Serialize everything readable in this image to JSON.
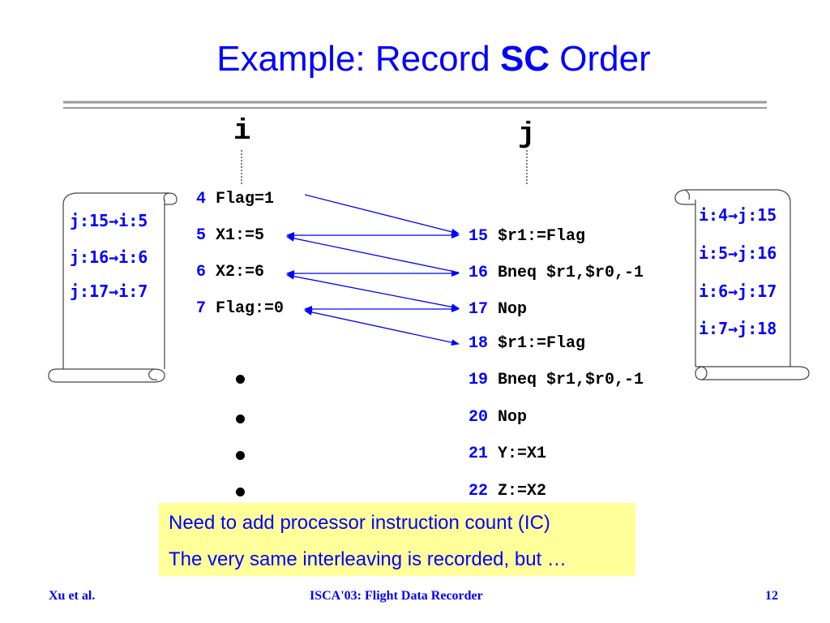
{
  "title": {
    "prefix": "Example: Record ",
    "emphasis": "SC",
    "suffix": " Order"
  },
  "threads": {
    "left": "i",
    "right": "j"
  },
  "left_code": [
    {
      "num": "4",
      "text": "Flag=1"
    },
    {
      "num": "5",
      "text": "X1:=5"
    },
    {
      "num": "6",
      "text": "X2:=6"
    },
    {
      "num": "7",
      "text": "Flag:=0"
    }
  ],
  "right_code": [
    {
      "num": "15",
      "text": "$r1:=Flag"
    },
    {
      "num": "16",
      "text": "Bneq $r1,$r0,-1"
    },
    {
      "num": "17",
      "text": "Nop"
    },
    {
      "num": "18",
      "text": "$r1:=Flag"
    },
    {
      "num": "19",
      "text": "Bneq $r1,$r0,-1"
    },
    {
      "num": "20",
      "text": "Nop"
    },
    {
      "num": "21",
      "text": "Y:=X1"
    },
    {
      "num": "22",
      "text": "Z:=X2"
    }
  ],
  "left_scroll": [
    "j:15→i:5",
    "j:16→i:6",
    "j:17→i:7"
  ],
  "right_scroll": [
    "i:4→j:15",
    "i:5→j:16",
    "i:6→j:17",
    "i:7→j:18"
  ],
  "note": {
    "line1": "Need to add processor instruction count (IC)",
    "line2": "The very same interleaving is recorded, but …"
  },
  "footer": {
    "left": "Xu et al.",
    "center": "ISCA'03: Flight Data Recorder",
    "right": "12"
  },
  "colors": {
    "accent": "#0000ff",
    "note_bg": "#ffff99",
    "rule": "#999999"
  }
}
